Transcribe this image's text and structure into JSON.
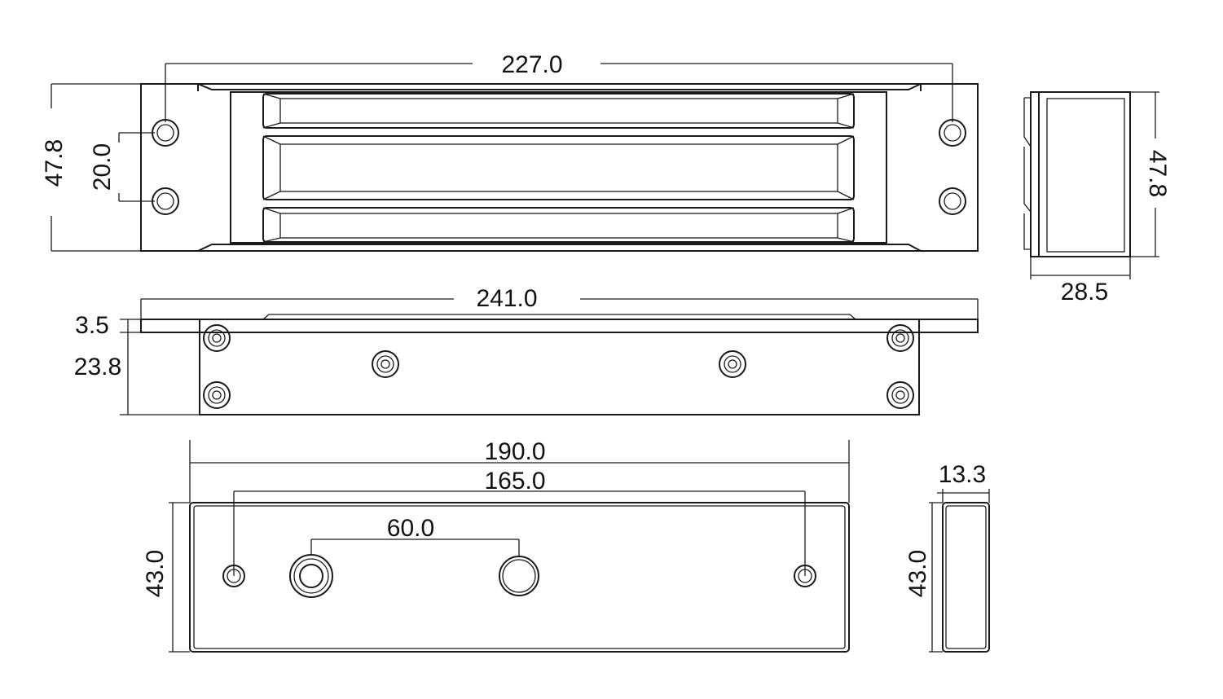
{
  "dimensions": {
    "front_width_hole_spacing": "227.0",
    "front_height": "47.8",
    "front_hole_vertical_spacing": "20.0",
    "side_height": "47.8",
    "side_depth": "28.5",
    "top_total_length": "241.0",
    "top_flange_thickness": "3.5",
    "top_body_height": "23.8",
    "plate_length": "190.0",
    "plate_hole_spacing": "165.0",
    "plate_center_hole_spacing": "60.0",
    "plate_height": "43.0",
    "plate_side_thickness": "13.3",
    "plate_side_height": "43.0"
  }
}
